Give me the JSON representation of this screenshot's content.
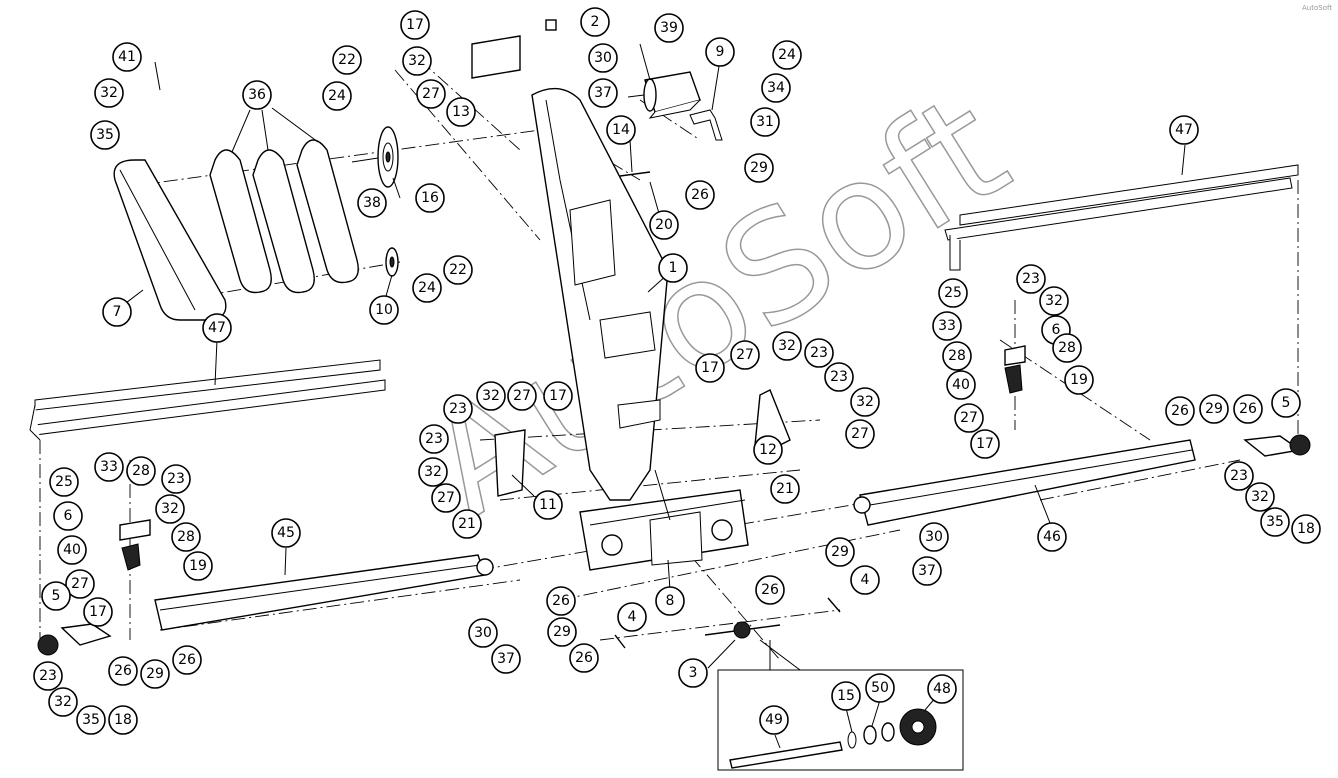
{
  "watermark": "AutoSoft",
  "corner_mark": "AutoSoft",
  "callouts": [
    {
      "id": "c41",
      "label": "41"
    },
    {
      "id": "c32a",
      "label": "32"
    },
    {
      "id": "c35a",
      "label": "35"
    },
    {
      "id": "c36",
      "label": "36"
    },
    {
      "id": "c7",
      "label": "7"
    },
    {
      "id": "c22a",
      "label": "22"
    },
    {
      "id": "c24a",
      "label": "24"
    },
    {
      "id": "c38",
      "label": "38"
    },
    {
      "id": "c16",
      "label": "16"
    },
    {
      "id": "c10",
      "label": "10"
    },
    {
      "id": "c24b",
      "label": "24"
    },
    {
      "id": "c22b",
      "label": "22"
    },
    {
      "id": "c17a",
      "label": "17"
    },
    {
      "id": "c32b",
      "label": "32"
    },
    {
      "id": "c27a",
      "label": "27"
    },
    {
      "id": "c13",
      "label": "13"
    },
    {
      "id": "c2",
      "label": "2"
    },
    {
      "id": "c30a",
      "label": "30"
    },
    {
      "id": "c37a",
      "label": "37"
    },
    {
      "id": "c39",
      "label": "39"
    },
    {
      "id": "c9",
      "label": "9"
    },
    {
      "id": "c24c",
      "label": "24"
    },
    {
      "id": "c34",
      "label": "34"
    },
    {
      "id": "c31",
      "label": "31"
    },
    {
      "id": "c14",
      "label": "14"
    },
    {
      "id": "c20",
      "label": "20"
    },
    {
      "id": "c29a",
      "label": "29"
    },
    {
      "id": "c26a",
      "label": "26"
    },
    {
      "id": "c1",
      "label": "1"
    },
    {
      "id": "c47a",
      "label": "47"
    },
    {
      "id": "c47b",
      "label": "47"
    },
    {
      "id": "c25a",
      "label": "25"
    },
    {
      "id": "c23a",
      "label": "23"
    },
    {
      "id": "c32c",
      "label": "32"
    },
    {
      "id": "c33a",
      "label": "33"
    },
    {
      "id": "c28a",
      "label": "28"
    },
    {
      "id": "c6a",
      "label": "6"
    },
    {
      "id": "c28b",
      "label": "28"
    },
    {
      "id": "c40a",
      "label": "40"
    },
    {
      "id": "c19a",
      "label": "19"
    },
    {
      "id": "c27b",
      "label": "27"
    },
    {
      "id": "c17b",
      "label": "17"
    },
    {
      "id": "c17c",
      "label": "17"
    },
    {
      "id": "c27c",
      "label": "27"
    },
    {
      "id": "c32d",
      "label": "32"
    },
    {
      "id": "c23b",
      "label": "23"
    },
    {
      "id": "c23c",
      "label": "23"
    },
    {
      "id": "c32e",
      "label": "32"
    },
    {
      "id": "c27d",
      "label": "27"
    },
    {
      "id": "c12",
      "label": "12"
    },
    {
      "id": "c21a",
      "label": "21"
    },
    {
      "id": "c23d",
      "label": "23"
    },
    {
      "id": "c32f",
      "label": "32"
    },
    {
      "id": "c27e",
      "label": "27"
    },
    {
      "id": "c17d",
      "label": "17"
    },
    {
      "id": "c23e",
      "label": "23"
    },
    {
      "id": "c32g",
      "label": "32"
    },
    {
      "id": "c27f",
      "label": "27"
    },
    {
      "id": "c21b",
      "label": "21"
    },
    {
      "id": "c11",
      "label": "11"
    },
    {
      "id": "c26b",
      "label": "26"
    },
    {
      "id": "c29b",
      "label": "29"
    },
    {
      "id": "c26c",
      "label": "26"
    },
    {
      "id": "c5a",
      "label": "5"
    },
    {
      "id": "c23f",
      "label": "23"
    },
    {
      "id": "c32h",
      "label": "32"
    },
    {
      "id": "c35b",
      "label": "35"
    },
    {
      "id": "c18a",
      "label": "18"
    },
    {
      "id": "c46",
      "label": "46"
    },
    {
      "id": "c30b",
      "label": "30"
    },
    {
      "id": "c37b",
      "label": "37"
    },
    {
      "id": "c25b",
      "label": "25"
    },
    {
      "id": "c33b",
      "label": "33"
    },
    {
      "id": "c28c",
      "label": "28"
    },
    {
      "id": "c23g",
      "label": "23"
    },
    {
      "id": "c32i",
      "label": "32"
    },
    {
      "id": "c6b",
      "label": "6"
    },
    {
      "id": "c40b",
      "label": "40"
    },
    {
      "id": "c28d",
      "label": "28"
    },
    {
      "id": "c19b",
      "label": "19"
    },
    {
      "id": "c27g",
      "label": "27"
    },
    {
      "id": "c17e",
      "label": "17"
    },
    {
      "id": "c45",
      "label": "45"
    },
    {
      "id": "c5b",
      "label": "5"
    },
    {
      "id": "c23h",
      "label": "23"
    },
    {
      "id": "c26d",
      "label": "26"
    },
    {
      "id": "c29c",
      "label": "29"
    },
    {
      "id": "c26e",
      "label": "26"
    },
    {
      "id": "c32j",
      "label": "32"
    },
    {
      "id": "c35c",
      "label": "35"
    },
    {
      "id": "c18b",
      "label": "18"
    },
    {
      "id": "c30c",
      "label": "30"
    },
    {
      "id": "c37c",
      "label": "37"
    },
    {
      "id": "c8",
      "label": "8"
    },
    {
      "id": "c29d",
      "label": "29"
    },
    {
      "id": "c26f",
      "label": "26"
    },
    {
      "id": "c4a",
      "label": "4"
    },
    {
      "id": "c26g",
      "label": "26"
    },
    {
      "id": "c29e",
      "label": "29"
    },
    {
      "id": "c26h",
      "label": "26"
    },
    {
      "id": "c4b",
      "label": "4"
    },
    {
      "id": "c3",
      "label": "3"
    },
    {
      "id": "c49",
      "label": "49"
    },
    {
      "id": "c15",
      "label": "15"
    },
    {
      "id": "c50",
      "label": "50"
    },
    {
      "id": "c48",
      "label": "48"
    }
  ]
}
